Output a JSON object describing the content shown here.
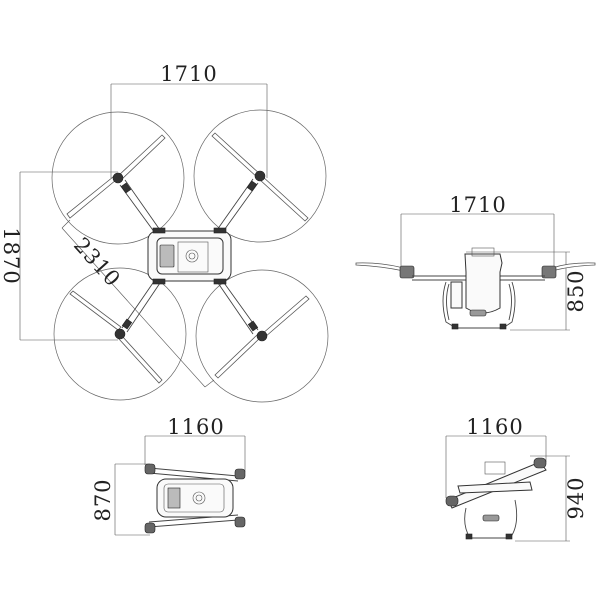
{
  "diagram": {
    "subject": "Agricultural quadcopter drone dimension drawing",
    "units": "mm",
    "views": [
      {
        "id": "top-view-unfolded",
        "label": "Top view (arms & propellers unfolded)",
        "dimensions": {
          "width": "1710",
          "height": "1870",
          "diagonal": "2310"
        }
      },
      {
        "id": "front-view-unfolded",
        "label": "Front view (unfolded)",
        "dimensions": {
          "width": "1710",
          "height": "850"
        }
      },
      {
        "id": "top-view-folded",
        "label": "Top view (arms folded)",
        "dimensions": {
          "width": "1160",
          "height": "870"
        }
      },
      {
        "id": "side-view-folded",
        "label": "Side view (arms folded)",
        "dimensions": {
          "width": "1160",
          "height": "940"
        }
      }
    ]
  },
  "colors": {
    "background": "#ffffff",
    "line": "#444444",
    "text": "#222222"
  }
}
